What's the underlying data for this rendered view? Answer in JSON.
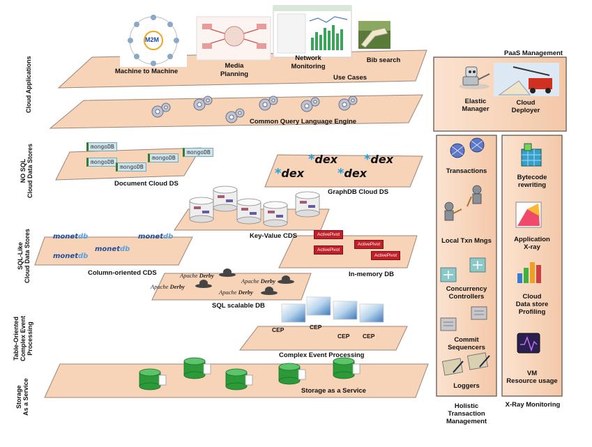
{
  "row_labels": {
    "cloud_apps": "Cloud Applications",
    "nosql_1": "NO SQL",
    "nosql_2": "Cloud Data Stores",
    "sqllike_1": "SQL-Like",
    "sqllike_2": "Cloud Data Stores",
    "cep_1": "Table-Oriented",
    "cep_2": "Complex Event",
    "cep_3": "Processing",
    "storage_1": "Storage",
    "storage_2": "As a Service"
  },
  "apps": {
    "m2m": "Machine to Machine",
    "media_1": "Media",
    "media_2": "Planning",
    "network_1": "Network",
    "network_2": "Monitoring",
    "bib": "Bib search",
    "use_cases": "Use Cases",
    "m2m_logo": "M2M"
  },
  "layers": {
    "cql": "Common Query Language Engine",
    "document_ds": "Document Cloud DS",
    "graphdb": "GraphDB Cloud DS",
    "keyvalue": "Key-Value CDS",
    "column": "Column-oriented CDS",
    "inmemory": "In-memory DB",
    "sql_scalable": "SQL scalable DB",
    "cep_layer": "Complex Event Processing",
    "storage": "Storage as a Service"
  },
  "brands": {
    "mongo": "mongoDB",
    "monet_prefix": "monet",
    "monet_suffix": "db",
    "dex": "dex",
    "derby_prefix": "Apache",
    "derby_suffix": "Derby",
    "activepivot": "ActivePivot",
    "cep": "CEP"
  },
  "paas": {
    "title": "PaaS Management",
    "elastic_1": "Elastic",
    "elastic_2": "Manager",
    "deployer_1": "Cloud",
    "deployer_2": "Deployer"
  },
  "holistic": {
    "transactions": "Transactions",
    "local_txn": "Local Txn Mngs",
    "concurrency_1": "Concurrency",
    "concurrency_2": "Controllers",
    "commit_1": "Commit",
    "commit_2": "Sequencers",
    "loggers": "Loggers",
    "title_1": "Holistic",
    "title_2": "Transaction",
    "title_3": "Management"
  },
  "xray": {
    "bytecode_1": "Bytecode",
    "bytecode_2": "rewriting",
    "appx_1": "Application",
    "appx_2": "X-ray",
    "profiling_1": "Cloud",
    "profiling_2": "Data store",
    "profiling_3": "Profiling",
    "vm_1": "VM",
    "vm_2": "Resource usage",
    "title": "X-Ray Monitoring"
  },
  "colors": {
    "platform": "#f7d3b8",
    "platform_edge": "#b09080",
    "panel_bg": "#f8d6bd",
    "panel_border": "#7b6a5e",
    "monet_blue": "#1f4f9a",
    "dex_blue": "#1ea3d6",
    "activepivot_red": "#c0202a",
    "storage_green": "#2d9a3a"
  }
}
